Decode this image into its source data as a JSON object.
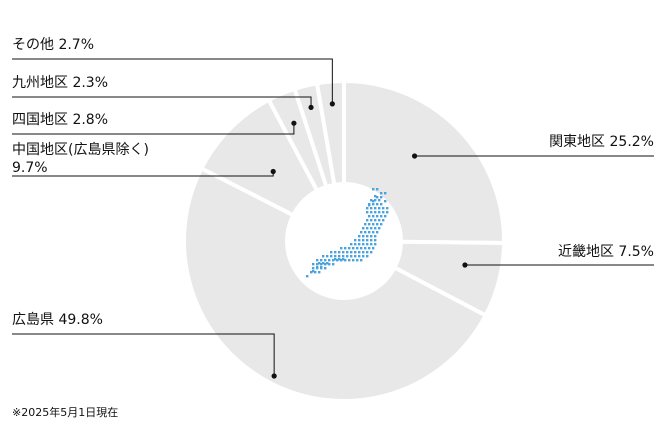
{
  "chart_data": {
    "type": "pie",
    "variant": "donut",
    "slices": [
      {
        "label": "関東地区",
        "value": 25.2,
        "display": "25.2%"
      },
      {
        "label": "近畿地区",
        "value": 7.5,
        "display": "7.5%"
      },
      {
        "label": "広島県",
        "value": 49.8,
        "display": "49.8%"
      },
      {
        "label": "中国地区(広島県除く)",
        "value": 9.7,
        "display": "9.7%"
      },
      {
        "label": "四国地区",
        "value": 2.8,
        "display": "2.8%"
      },
      {
        "label": "九州地区",
        "value": 2.3,
        "display": "2.3%"
      },
      {
        "label": "その他",
        "value": 2.7,
        "display": "2.7%"
      }
    ],
    "slice_color": "#e8e8e8",
    "separator_color": "#ffffff",
    "leader_color": "#111111",
    "map_color": "#4aa3de",
    "center_icon": "japan-map-icon"
  },
  "footnote": "※2025年5月1日現在"
}
